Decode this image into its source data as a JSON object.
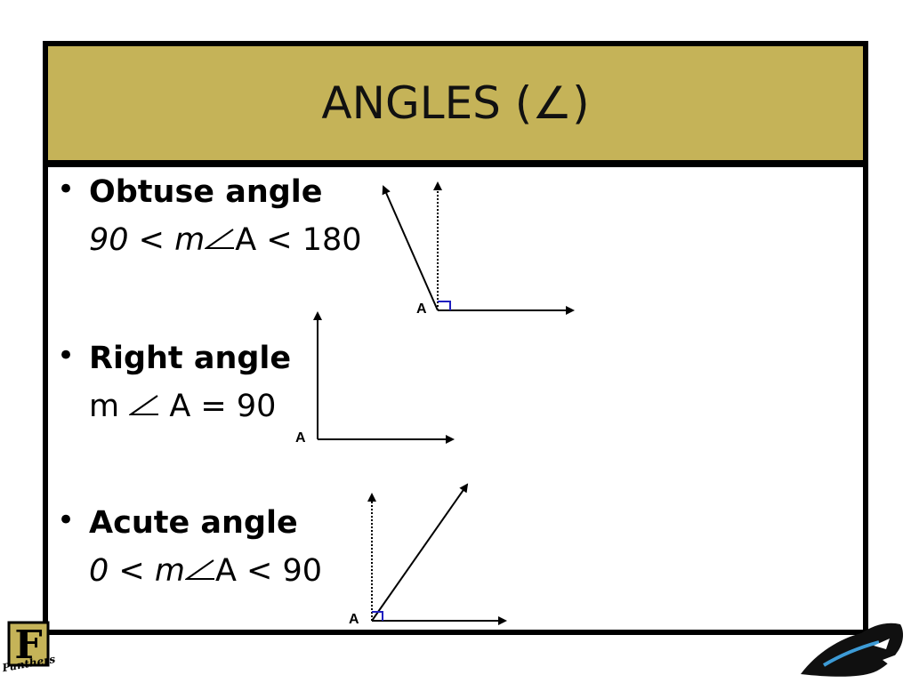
{
  "slide": {
    "title": "ANGLES (∠)",
    "bullets": [
      {
        "heading": "Obtuse angle",
        "formula_lead": "90",
        "formula_mid": " < m",
        "formula_tail": "A < 180"
      },
      {
        "heading": "Right angle",
        "formula_lead": "m ",
        "formula_mid": "",
        "formula_tail": " A = 90"
      },
      {
        "heading": "Acute angle",
        "formula_lead": "0",
        "formula_mid": " < m",
        "formula_tail": "A < 90"
      }
    ],
    "vertex_labels": [
      "A",
      "A",
      "A"
    ]
  },
  "logos": {
    "left_mark": "F",
    "left_text": "Panthers"
  },
  "colors": {
    "title_bg": "#c5b358",
    "border": "#000000",
    "right_angle_marker": "#1f1fbf"
  },
  "icons": [
    "bullet-dot-icon",
    "angle-symbol-icon",
    "panther-logo-icon",
    "f-panthers-logo-icon"
  ]
}
